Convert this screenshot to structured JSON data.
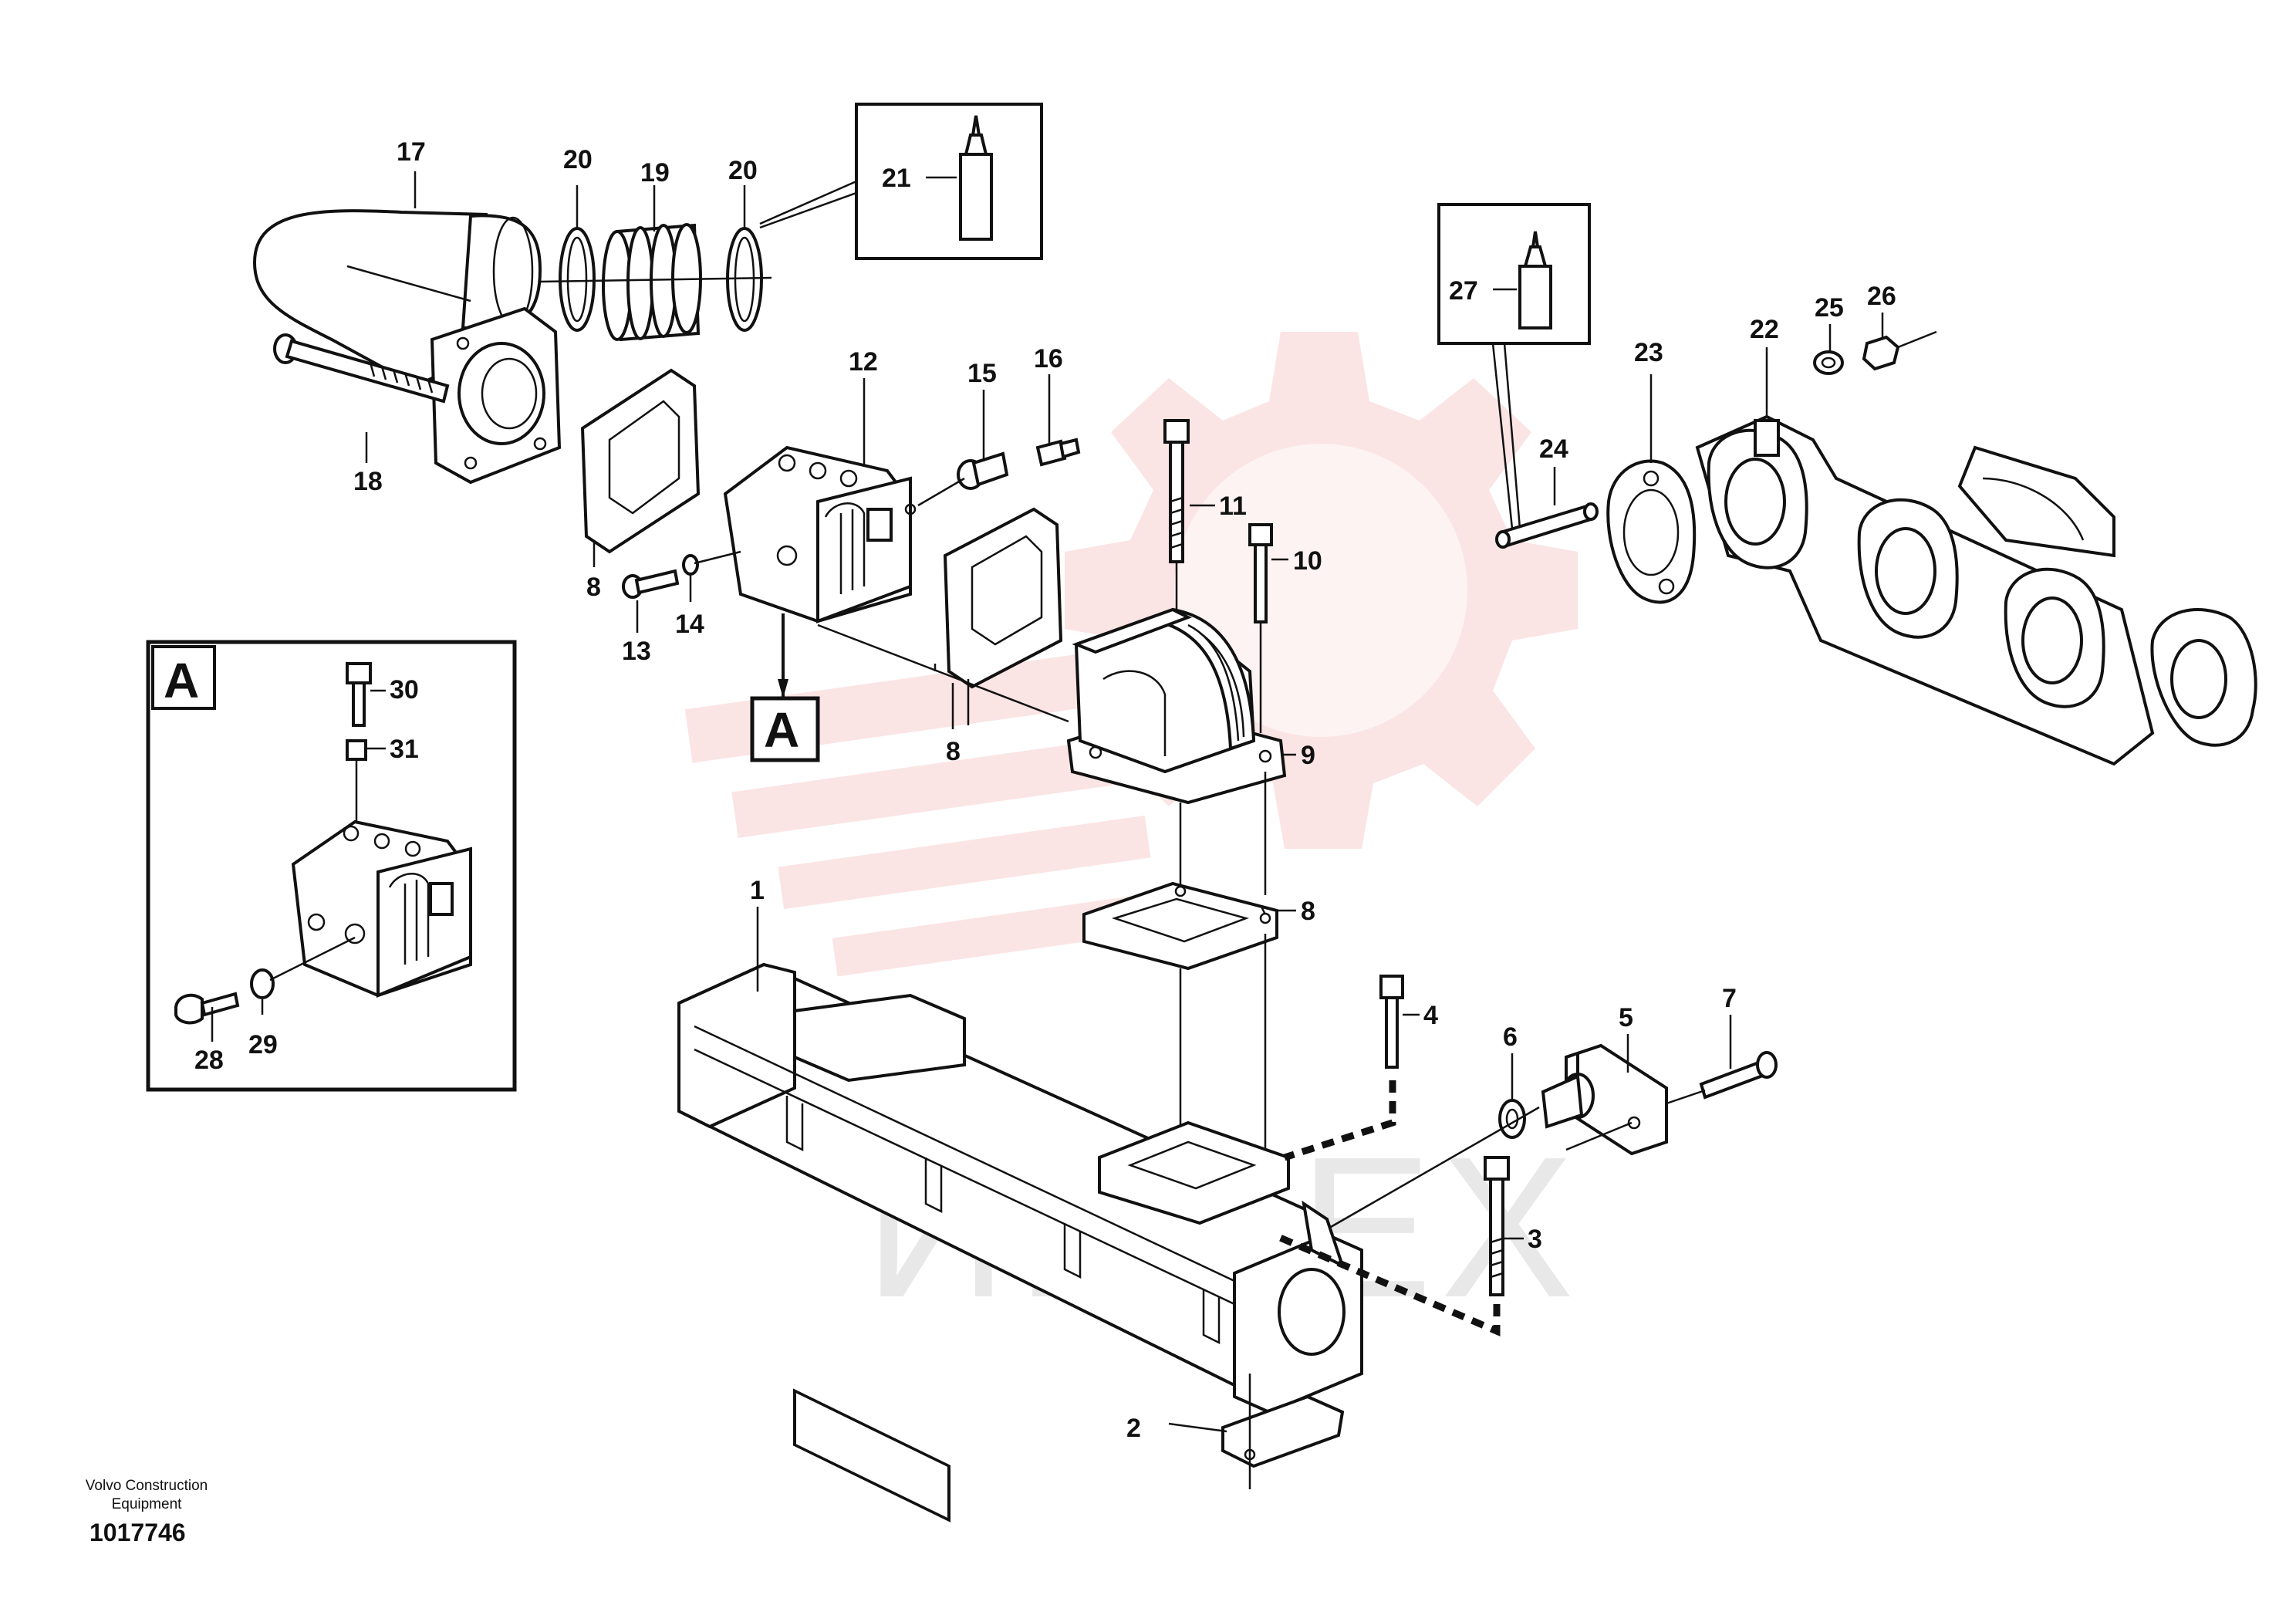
{
  "publisher": "Volvo Construction Equipment",
  "drawing_number": "1017746",
  "watermark_text": "ИНТЕХ",
  "detail_box": {
    "label": "A"
  },
  "callout_box_label": "A",
  "colors": {
    "line": "#111111",
    "watermark_red": "#e32b2b",
    "watermark_gray": "#9a9a9a"
  },
  "parts": [
    {
      "id": "p1",
      "number": "1"
    },
    {
      "id": "p2",
      "number": "2"
    },
    {
      "id": "p3",
      "number": "3"
    },
    {
      "id": "p4",
      "number": "4"
    },
    {
      "id": "p5",
      "number": "5"
    },
    {
      "id": "p6",
      "number": "6"
    },
    {
      "id": "p7",
      "number": "7"
    },
    {
      "id": "p8a",
      "number": "8"
    },
    {
      "id": "p8b",
      "number": "8"
    },
    {
      "id": "p8c",
      "number": "8"
    },
    {
      "id": "p9",
      "number": "9"
    },
    {
      "id": "p10",
      "number": "10"
    },
    {
      "id": "p11",
      "number": "11"
    },
    {
      "id": "p12",
      "number": "12"
    },
    {
      "id": "p13",
      "number": "13"
    },
    {
      "id": "p14",
      "number": "14"
    },
    {
      "id": "p15",
      "number": "15"
    },
    {
      "id": "p16",
      "number": "16"
    },
    {
      "id": "p17",
      "number": "17"
    },
    {
      "id": "p18",
      "number": "18"
    },
    {
      "id": "p19",
      "number": "19"
    },
    {
      "id": "p20a",
      "number": "20"
    },
    {
      "id": "p20b",
      "number": "20"
    },
    {
      "id": "p21",
      "number": "21"
    },
    {
      "id": "p22",
      "number": "22"
    },
    {
      "id": "p23",
      "number": "23"
    },
    {
      "id": "p24",
      "number": "24"
    },
    {
      "id": "p25",
      "number": "25"
    },
    {
      "id": "p26",
      "number": "26"
    },
    {
      "id": "p27",
      "number": "27"
    },
    {
      "id": "p28",
      "number": "28"
    },
    {
      "id": "p29",
      "number": "29"
    },
    {
      "id": "p30",
      "number": "30"
    },
    {
      "id": "p31",
      "number": "31"
    }
  ]
}
